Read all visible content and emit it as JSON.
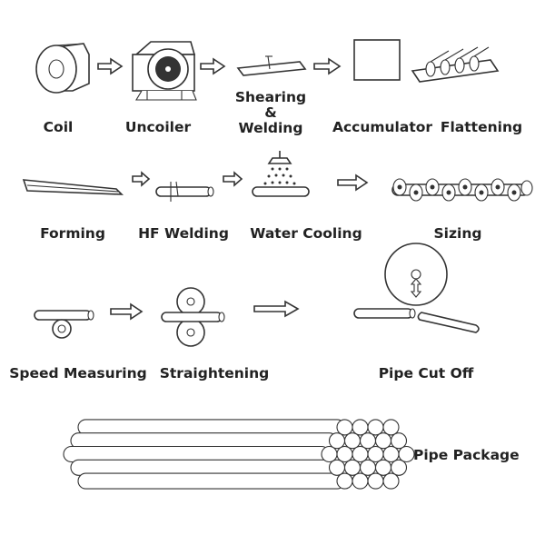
{
  "steps": {
    "coil": "Coil",
    "uncoiler": "Uncoiler",
    "shearing_line1": "Shearing",
    "shearing_line2": "&",
    "shearing_line3": "Welding",
    "accumulator": "Accumulator",
    "flattening": "Flattening",
    "forming": "Forming",
    "hf_welding": "HF Welding",
    "water_cooling": "Water Cooling",
    "sizing": "Sizing",
    "speed_measuring": "Speed Measuring",
    "straightening": "Straightening",
    "pipe_cut_off": "Pipe Cut Off",
    "pipe_package": "Pipe Package"
  },
  "icons": {
    "flow_arrow": "arrow-right-icon",
    "cut_direction": "double-arrow-vertical-icon"
  },
  "colors": {
    "ink": "#333333",
    "background": "#ffffff"
  }
}
